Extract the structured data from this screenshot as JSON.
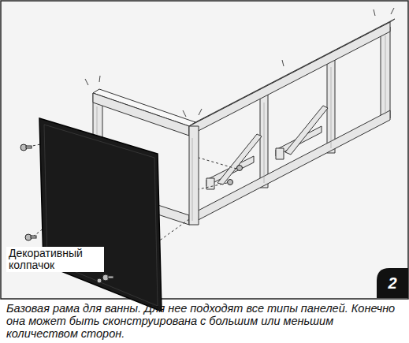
{
  "diagram": {
    "caption": "Базовая рама для ванны. Для нее подходят все типы панелей. Конечно она может быть сконструирована с большим или меньшим количеством сторон.",
    "labels": [
      "Декоративный колпачок",
      "2"
    ]
  }
}
